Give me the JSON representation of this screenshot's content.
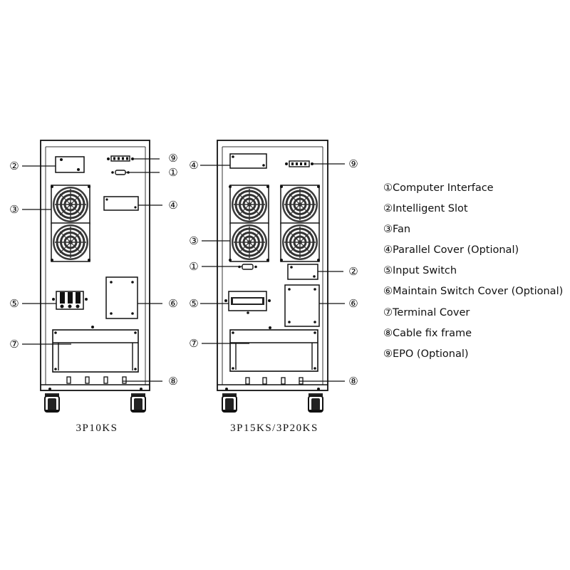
{
  "models": {
    "left": "3P10KS",
    "right": "3P15KS/3P20KS"
  },
  "callouts": {
    "n1": "①",
    "n2": "②",
    "n3": "③",
    "n4": "④",
    "n5": "⑤",
    "n6": "⑥",
    "n7": "⑦",
    "n8": "⑧",
    "n9": "⑨"
  },
  "legend": [
    "①Computer  Interface",
    "②Intelligent  Slot",
    "③Fan",
    "④Parallel Cover (Optional)",
    "⑤Input Switch",
    "⑥Maintain  Switch  Cover (Optional)",
    "⑦Terminal Cover",
    "⑧Cable  fix frame",
    "⑨EPO (Optional)"
  ]
}
